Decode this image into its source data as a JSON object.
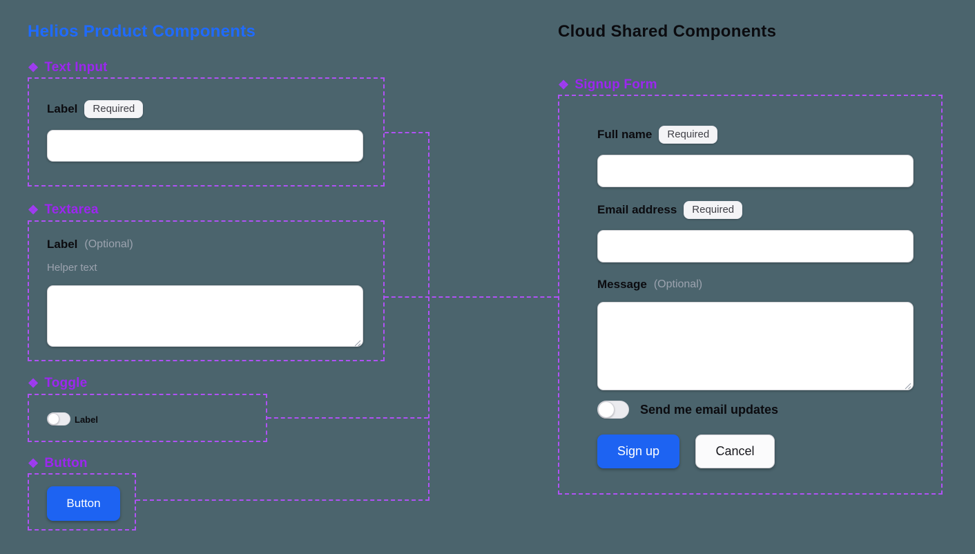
{
  "colors": {
    "canvas_background": "#4b646d",
    "outline_purple": "#b052f5",
    "heading_purple": "#9c27f0",
    "title_blue": "#1f6bff",
    "title_black": "#0b0b0f",
    "primary_button_blue": "#1d63f2",
    "muted_text_gray": "#9ca3af"
  },
  "icons": {
    "component_diamond": "❖"
  },
  "left": {
    "title": "Helios Product Components",
    "text_input": {
      "heading": "Text Input",
      "label": "Label",
      "badge": "Required",
      "value": ""
    },
    "textarea": {
      "heading": "Textarea",
      "label": "Label",
      "optional": "(Optional)",
      "helper": "Helper text",
      "value": ""
    },
    "toggle": {
      "heading": "Toggle",
      "label": "Label",
      "state_on": false
    },
    "button": {
      "heading": "Button",
      "label": "Button"
    }
  },
  "right": {
    "title": "Cloud Shared Components",
    "signup_form": {
      "heading": "Signup Form",
      "full_name_label": "Full name",
      "full_name_badge": "Required",
      "full_name_value": "",
      "email_label": "Email address",
      "email_badge": "Required",
      "email_value": "",
      "message_label": "Message",
      "message_optional": "(Optional)",
      "message_value": "",
      "updates_toggle_label": "Send me email updates",
      "updates_toggle_on": false,
      "signup_button": "Sign up",
      "cancel_button": "Cancel"
    }
  }
}
